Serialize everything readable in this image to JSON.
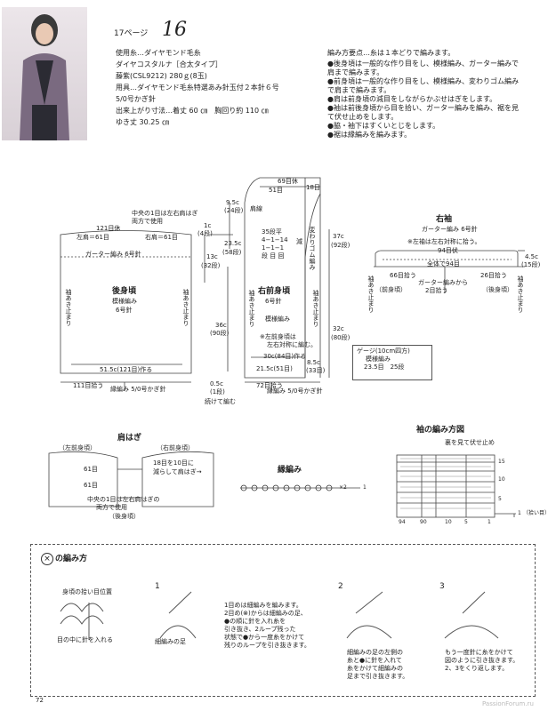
{
  "header": {
    "page_label": "17ページ",
    "number": "16"
  },
  "materials": {
    "yarn": "使用糸…ダイヤモンド毛糸",
    "yarn2": "ダイヤコスタルナ［合太タイプ］",
    "color": "藤紫(CSL9212) 280ｇ(8玉)",
    "tools": "用具…ダイヤモンド毛糸特選あみ針玉付２本針６号",
    "tools2": "5/0号かぎ針",
    "size": "出来上がり寸法…着丈 60 ㎝　胸回り約 110 ㎝",
    "size2": "ゆき丈 30.25 ㎝"
  },
  "instructions": {
    "title": "編み方要点…糸は１本どりで編みます。",
    "items": [
      "●後身頃は一般的な作り目をし、模様編み、ガーター編みで肩まで編みます。",
      "●前身頃は一般的な作り目をし、模様編み、変わりゴム編みで肩まで編みます。",
      "●肩は前身頃の減目をしながらかぶせはぎをします。",
      "●袖は前後身頃から目を拾い、ガーター編みを編み、裾を見て伏せ止めをします。",
      "●脇・袖下はすくいとじをします。",
      "●裾は縁編みを編みます。"
    ]
  },
  "back": {
    "title": "後身頃",
    "pattern": "模様編み",
    "needle": "6号針",
    "top_sts": "121目休",
    "shoulder_left": "左肩＝61目",
    "shoulder_right": "右肩＝61目",
    "garter": "ガーター編み 6号針",
    "note1": "中央の1目は左右肩はぎ",
    "note2": "両方で使用",
    "sleeve_open": "袖あき止まり",
    "bottom": "51.5c(121目)作る",
    "pickup": "111目拾う",
    "edge": "縁編み 5/0号かぎ針",
    "d_1c": "1c",
    "d_1c_rows": "(4段)",
    "d_13c": "13c",
    "d_13c_rows": "(32段)",
    "d_36c": "36c",
    "d_36c_rows": "(90段)",
    "d_05c": "0.5c",
    "d_05c_rows": "(1段)",
    "join": "続けて編む"
  },
  "front": {
    "title": "右前身頃",
    "needle": "6号針",
    "pattern": "模様編み",
    "top": "69目休",
    "top_a": "51目",
    "top_b": "18目",
    "shoulder": "肩線",
    "dec1": "35段平",
    "dec2": "4−1−14",
    "dec3": "1−1−1",
    "dec4": "段 目 回",
    "dec_label": "減",
    "rib": "変わりゴム編み",
    "sleeve_open": "袖あき止まり",
    "note1": "※左前身頃は",
    "note2": "左右対称に編む。",
    "d_95c": "9.5c",
    "d_95c_rows": "(24段)",
    "d_235c": "23.5c",
    "d_235c_rows": "(58段)",
    "d_37c": "37c",
    "d_37c_rows": "(92段)",
    "d_32c": "32c",
    "d_32c_rows": "(80段)",
    "d_30c": "30c(84目)作る",
    "d_215c": "21.5c(51目)",
    "d_85c": "8.5c",
    "d_85c_sts": "(33目)",
    "pickup": "72目拾う",
    "edge": "縁編み 5/0号かぎ針"
  },
  "sleeve": {
    "title": "右袖",
    "sub": "ガーター編み 6号針",
    "note": "※左袖は左右対称に拾う。",
    "top": "94目伏",
    "all": "全体で94目",
    "d_45c": "4.5c",
    "d_45c_rows": "(15段)",
    "front_side": "（前身頃）",
    "back_side": "（後身頃）",
    "pick_front": "66目拾う",
    "pick_mid": "ガーター編みから",
    "pick_mid2": "2目拾う",
    "pick_back": "26目拾う",
    "open": "袖あき止まり"
  },
  "gauge": {
    "title": "ゲージ(10cm四方)",
    "pattern": "模様編み",
    "values": "23.5目　25段"
  },
  "shoulder_join": {
    "title": "肩はぎ",
    "left_front": "（左前身頃）",
    "right_front": "（右前身頃）",
    "back": "（後身頃）",
    "sts_left": "61目",
    "sts_left2": "61目",
    "note1": "18目を10目に",
    "note2": "減らして肩はぎ→",
    "center1": "中央の1目は左右肩はぎの",
    "center2": "両方で使用"
  },
  "edging": {
    "title": "縁編み",
    "repeat": "×2",
    "row": "1"
  },
  "sleeve_chart": {
    "title": "袖の編み方図",
    "top": "裏を見て伏せ止め",
    "row15": "15",
    "row10": "10",
    "row5": "5",
    "row1": "1",
    "pickup": "（拾い目）",
    "col94": "94",
    "col90": "90",
    "col10": "10",
    "col5": "5",
    "col1": "1"
  },
  "howto": {
    "title": "の編み方",
    "step0_label": "身頃の拾い目位置",
    "step0_text": "目の中に針を入れる",
    "step1_num": "1",
    "step1_label": "細編みの足",
    "step1_text": [
      "1目めは細編みを編みます。",
      "2目め(⊗)からは細編みの足、",
      "●の順に針を入れ糸を",
      "引き抜き、2ループ残った",
      "状態で●から一度糸をかけて",
      "残りのループを引き抜きます。"
    ],
    "step2_num": "2",
    "step2_text": [
      "細編みの足の左側の",
      "糸と●に針を入れて",
      "糸をかけて細編みの",
      "足まで引き抜きます。"
    ],
    "step3_num": "3",
    "step3_text": [
      "もう一度針に糸をかけて",
      "図のように引き抜きます。",
      "2、3をくり返します。"
    ]
  },
  "footer": {
    "page_num": "72",
    "site": "PassionForum.ru"
  }
}
